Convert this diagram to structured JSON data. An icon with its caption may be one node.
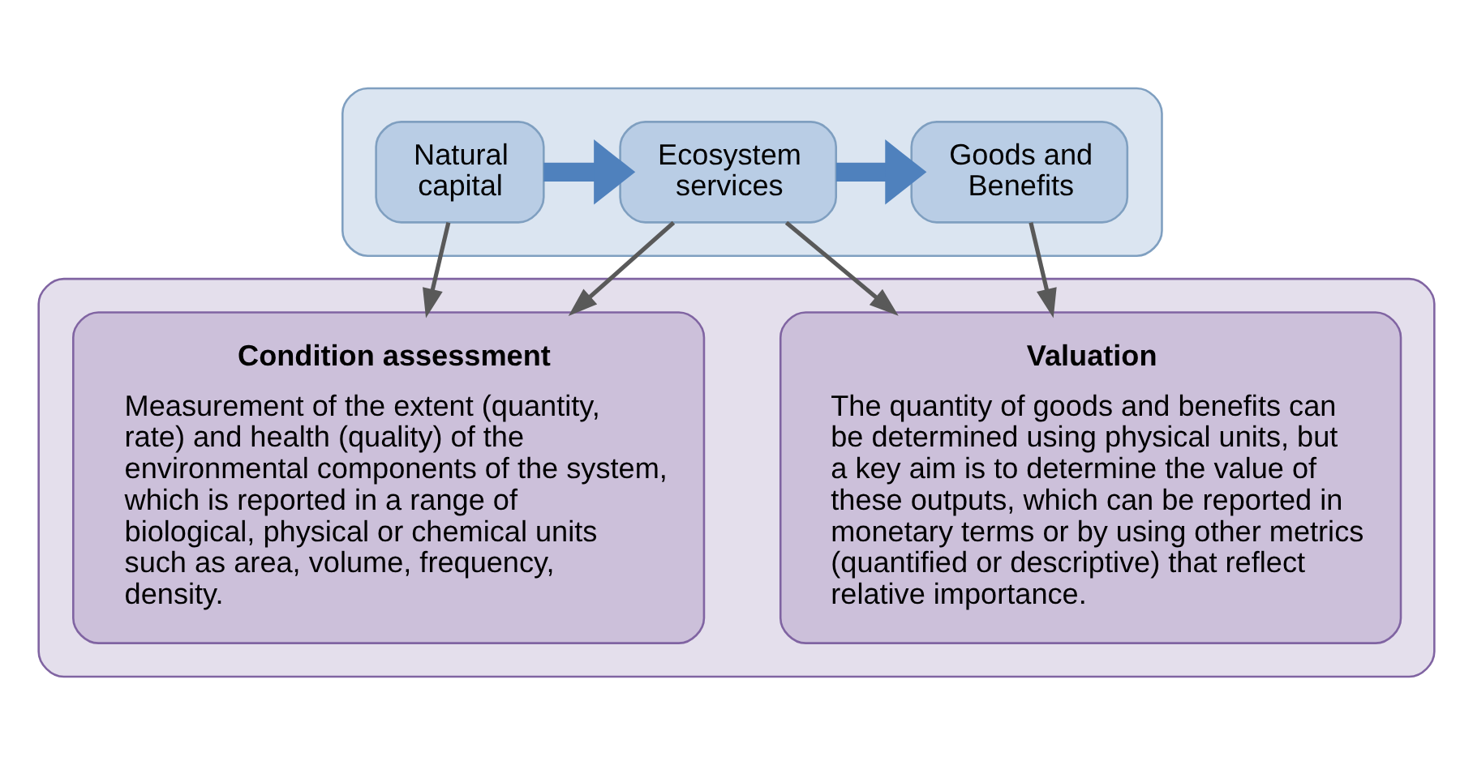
{
  "diagram": {
    "nodes": [
      {
        "text": [],
        "shape": "box"
      },
      {
        "text": [
          "Natural capital"
        ],
        "in": 0
      },
      {
        "text": [
          "Ecosystem services"
        ],
        "in": 0
      },
      {
        "text": [
          "Goods and Benefits"
        ],
        "in": 0
      },
      {
        "text": [],
        "shape": "box"
      },
      {
        "text": [
          "Condition assessment",
          "Measurement of the extent (quantity, rate) and health (quality) of the environmental components of the system, which is reported in a range of biological, physical or chemical units such as area, volume, frequency, density."
        ],
        "in": 4
      },
      {
        "text": [
          "Valuation",
          "The quantity of goods and benefits can be determined using physical units, but a key aim is to determine the value of these outputs, which can be reported in monetary terms or by using other metrics (quantified or descriptive) that reflect relative importance."
        ],
        "in": 4
      }
    ],
    "edges": [
      {
        "from": 1,
        "to": 2,
        "arrow": "to",
        "style": "thick",
        "color": "#4f81bd"
      },
      {
        "from": 2,
        "to": 3,
        "arrow": "to",
        "style": "thick",
        "color": "#4f81bd"
      },
      {
        "from": 1,
        "to": 5,
        "arrow": "to"
      },
      {
        "from": 2,
        "to": 5,
        "arrow": "to"
      },
      {
        "from": 2,
        "to": 6,
        "arrow": "to"
      },
      {
        "from": 3,
        "to": 6,
        "arrow": "to"
      }
    ]
  }
}
